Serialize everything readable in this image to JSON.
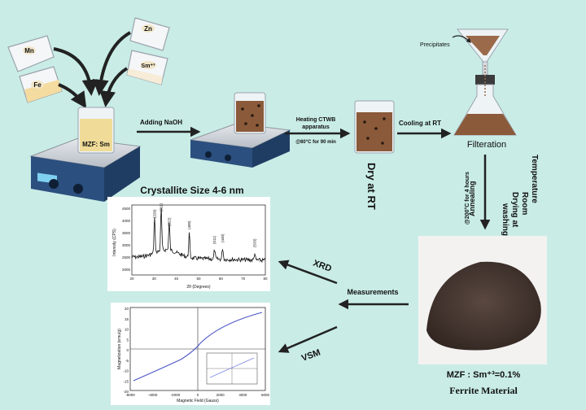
{
  "reagents": {
    "mn": "Mn",
    "zn": "Zn",
    "sm": "Sm⁺³",
    "fe": "Fe"
  },
  "beaker_label": "MZF: Sm",
  "steps": {
    "adding_naoh": "Adding NaOH",
    "heating_line1": "Heating CTWB",
    "heating_line2": "apparatus",
    "heating_cond": "@80°C for 90 min",
    "cooling": "Cooling at RT",
    "precipitates": "Precipitates",
    "filteration": "Filteration",
    "dry": "Dry at RT",
    "annealing_line1": "Annealing",
    "annealing_line2": "@200°C for 4 hours",
    "washing_line1": "washing,",
    "washing_line2": "Drying at",
    "washing_line3": "Room",
    "washing_line4": "Temperature",
    "measurements": "Measurements",
    "xrd": "XRD",
    "vsm": "VSM",
    "crystallite": "Crystallite Size 4-6 nm"
  },
  "product": {
    "composition": "MZF : Sm⁺³=0.1%",
    "name": "Ferrite Material"
  },
  "xrd_plot": {
    "xlabel": "2θ (Degrees)",
    "ylabel": "Intensity (CPS)",
    "xticks": [
      "20",
      "30",
      "40",
      "50",
      "60",
      "70",
      "80"
    ],
    "yticks": [
      "4500",
      "4000",
      "3500",
      "3000",
      "2500",
      "2000"
    ],
    "peaks": [
      "(220)",
      "(311)",
      "(222)",
      "(400)",
      "(511)",
      "(440)",
      "(533)"
    ]
  },
  "vsm_plot": {
    "xlabel": "Magnetic Field (Gauss)",
    "ylabel": "Magnetization (emu/g)",
    "xticks": [
      "-6000",
      "-4000",
      "-2000",
      "0",
      "2000",
      "4000",
      "6000"
    ],
    "yticks": [
      "20",
      "15",
      "10",
      "5",
      "0",
      "-5",
      "-10",
      "-15",
      "-20"
    ]
  },
  "colors": {
    "background": "#c9ece6",
    "arrow": "#222222",
    "powder": "#4a3a33",
    "solution": "#8a5a3a"
  }
}
